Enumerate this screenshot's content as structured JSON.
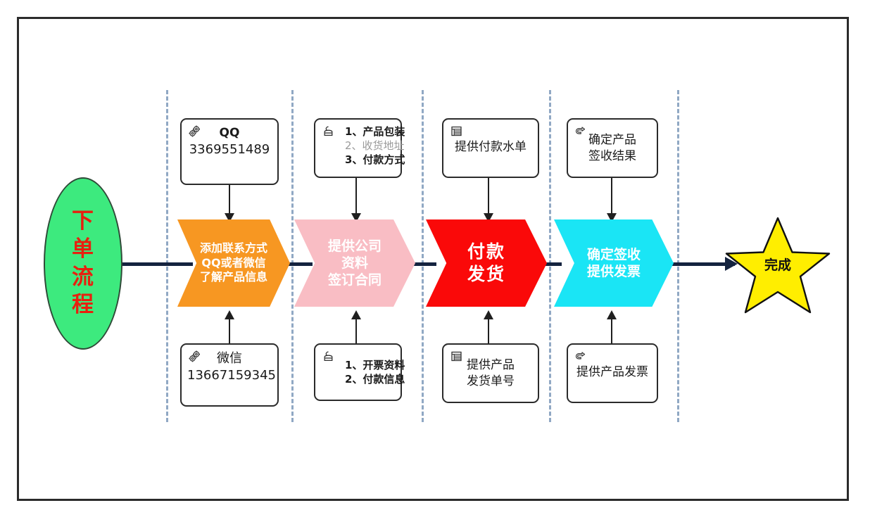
{
  "diagram": {
    "title": "下单流程",
    "start": {
      "label_chars": [
        "下",
        "单",
        "流",
        "程"
      ],
      "fill": "#3dea7e",
      "text_color": "#e8200f"
    },
    "end": {
      "label": "完成",
      "fill": "#ffee00",
      "stroke": "#111111"
    },
    "lanes": [
      {
        "name": "lane-1"
      },
      {
        "name": "lane-2"
      },
      {
        "name": "lane-3"
      },
      {
        "name": "lane-4"
      },
      {
        "name": "lane-5"
      }
    ],
    "steps": [
      {
        "id": "step-contact",
        "color": "#f79722",
        "lines": [
          "添加联系方式",
          "QQ或者微信",
          "了解产品信息"
        ],
        "top_note": {
          "icon": "gears-icon",
          "lines": [
            {
              "text": "QQ",
              "style": "bold"
            },
            {
              "text": "3369551489",
              "style": "normal"
            }
          ]
        },
        "bottom_note": {
          "icon": "gears-icon",
          "lines": [
            {
              "text": "微信",
              "style": "normal"
            },
            {
              "text": "13667159345",
              "style": "normal"
            }
          ]
        }
      },
      {
        "id": "step-contract",
        "color": "#f9bdc4",
        "lines": [
          "提供公司",
          "资料",
          "签订合同"
        ],
        "top_note": {
          "icon": "person-icon",
          "lines": [
            {
              "text": "1、产品包装",
              "style": "bold"
            },
            {
              "text": "2、收货地址",
              "style": "dim"
            },
            {
              "text": "3、付款方式",
              "style": "bold"
            }
          ]
        },
        "bottom_note": {
          "icon": "person-icon",
          "lines": [
            {
              "text": "1、开票资料",
              "style": "bold"
            },
            {
              "text": "2、付款信息",
              "style": "bold"
            }
          ]
        }
      },
      {
        "id": "step-payment",
        "color": "#fa0909",
        "lines": [
          "付款",
          "发货"
        ],
        "top_note": {
          "icon": "document-list-icon",
          "lines": [
            {
              "text": "提供付款水单",
              "style": "normal"
            }
          ]
        },
        "bottom_note": {
          "icon": "document-list-icon",
          "lines": [
            {
              "text": "提供产品",
              "style": "normal"
            },
            {
              "text": "发货单号",
              "style": "normal"
            }
          ]
        }
      },
      {
        "id": "step-receipt",
        "color": "#1ae5f5",
        "lines": [
          "确定签收",
          "提供发票"
        ],
        "top_note": {
          "icon": "pointing-hand-icon",
          "lines": [
            {
              "text": "确定产品",
              "style": "normal"
            },
            {
              "text": "签收结果",
              "style": "normal"
            }
          ]
        },
        "bottom_note": {
          "icon": "pointing-hand-icon",
          "lines": [
            {
              "text": "提供产品发票",
              "style": "normal"
            }
          ]
        }
      }
    ],
    "colors": {
      "frame": "#2b2b2b",
      "lane_separator": "#90a8c4",
      "spine": "#14233f",
      "connector": "#1f1f1f"
    }
  }
}
